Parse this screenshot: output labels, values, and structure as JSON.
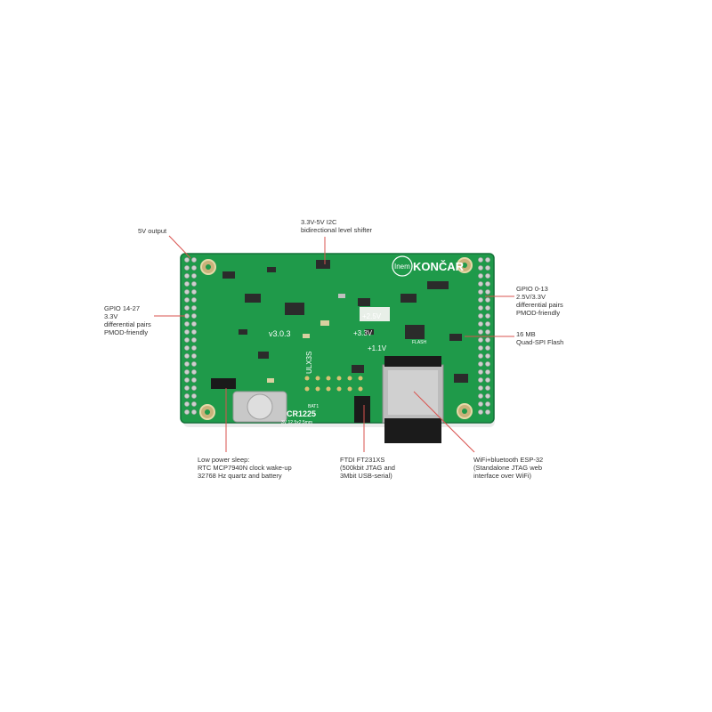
{
  "board": {
    "brand": "KONČAR",
    "logo_text": "Inem",
    "marking_version": "v3.0.3",
    "marking_battery": "CR1225",
    "marking_battery_size": "3V 12.5x2.5mm",
    "marking_bat": "BAT1",
    "marking_25v": "+2.5V",
    "marking_33v": "+3.3V",
    "marking_11v": "+1.1V",
    "marking_flash": "FLASH",
    "marking_ulx": "ULX3S",
    "colors": {
      "pcb": "#1f9a4a",
      "pcb_dark": "#167a3a",
      "leader_line": "#d9534f",
      "pad": "#c9c9c9"
    }
  },
  "labels": {
    "out5v": [
      "5V output"
    ],
    "levelshifter": [
      "3.3V-5V I2C",
      "bidirectional level shifter"
    ],
    "gpio_left": [
      "GPIO 14-27",
      "3.3V",
      "differential pairs",
      "PMOD-friendly"
    ],
    "gpio_right": [
      "GPIO 0-13",
      "2.5V/3.3V",
      "differential pairs",
      "PMOD-friendly"
    ],
    "flash": [
      "16 MB",
      "Quad-SPI Flash"
    ],
    "sleep": [
      "Low power sleep:",
      "RTC MCP7940N clock wake-up",
      "32768 Hz quartz and battery"
    ],
    "ftdi": [
      "FTDI FT231XS",
      "(500kbit JTAG and",
      "3Mbit USB-serial)"
    ],
    "esp32": [
      "WiFi+bluetooth ESP-32",
      "(Standalone JTAG web",
      "interface over WiFi)"
    ]
  }
}
